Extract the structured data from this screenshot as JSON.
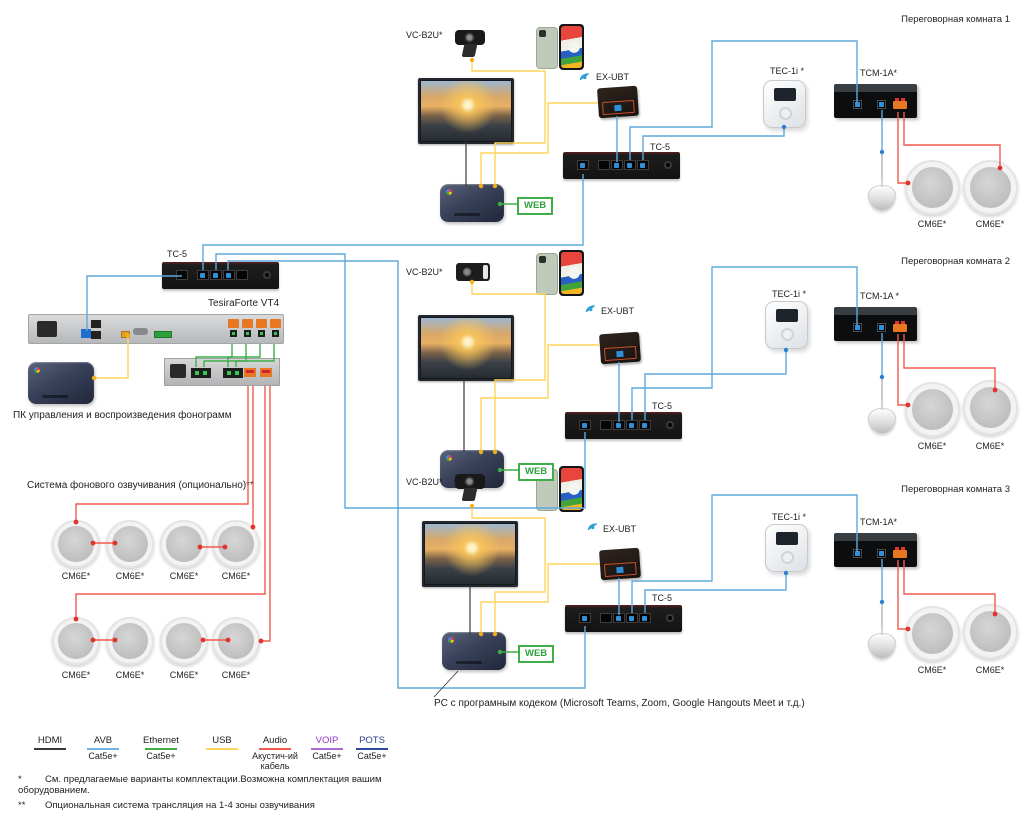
{
  "rooms": [
    {
      "title": "Переговорная комната 1",
      "camera_label": "VC-B2U*",
      "bt_label": "EX-UBT",
      "switch_label": "TC-5",
      "panel_label": "TEC-1i *",
      "extender_label": "TCM-1A*",
      "web_label": "WEB",
      "speaker1_label": "CM6E*",
      "speaker2_label": "CM6E*"
    },
    {
      "title": "Переговорная комната 2",
      "camera_label": "VC-B2U*",
      "bt_label": "EX-UBT",
      "switch_label": "TC-5",
      "panel_label": "TEC-1i *",
      "extender_label": "TCM-1A *",
      "web_label": "WEB",
      "speaker1_label": "CM6E*",
      "speaker2_label": "CM6E*"
    },
    {
      "title": "Переговорная комната 3",
      "camera_label": "VC-B2U*",
      "bt_label": "EX-UBT",
      "switch_label": "TC-5",
      "panel_label": "TEC-1i *",
      "extender_label": "TCM-1A*",
      "web_label": "WEB",
      "speaker1_label": "CM6E*",
      "speaker2_label": "CM6E*"
    }
  ],
  "central": {
    "switch_label": "TC-5",
    "dsp_label": "TesiraForte VT4",
    "pc_label": "ПК управления и воспроизведения фонограмм",
    "bgm_title": "Система фонового озвучивания (опционально)**",
    "bgm_speakers": [
      "CM6E*",
      "CM6E*",
      "CM6E*",
      "CM6E*",
      "CM6E*",
      "CM6E*",
      "CM6E*",
      "CM6E*"
    ]
  },
  "caption": "PC с програмным кодеком (Microsoft Teams, Zoom, Google Hangouts Meet и т.д.)",
  "legend": {
    "items": [
      {
        "label": "HDMI",
        "sub": "",
        "color": "#3a3a3a"
      },
      {
        "label": "AVB",
        "sub": "Cat5e+",
        "color": "#6db4e4"
      },
      {
        "label": "Ethernet",
        "sub": "Cat5e+",
        "color": "#3fae49"
      },
      {
        "label": "USB",
        "sub": "",
        "color": "#ffd45c"
      },
      {
        "label": "Audio",
        "sub": "Акустич-ий кабель",
        "color": "#f05a50"
      },
      {
        "label": "VOIP",
        "sub": "Cat5e+",
        "color": "#a86ad0"
      },
      {
        "label": "POTS",
        "sub": "Cat5e+",
        "color": "#2e4b9b"
      }
    ]
  },
  "footnotes": [
    {
      "marker": "*",
      "text": "См. предлагаемые варианты комплектации.Возможна комплектация вашим оборудованием."
    },
    {
      "marker": "**",
      "text": "Опциональная система трансляция на 1-4 зоны озвучивания"
    }
  ],
  "wire_colors": {
    "avb": "#5fa8dc",
    "usb": "#ffd45c",
    "ethernet": "#3fae49",
    "audio": "#f05a50",
    "hdmi": "#3a3a3a"
  }
}
